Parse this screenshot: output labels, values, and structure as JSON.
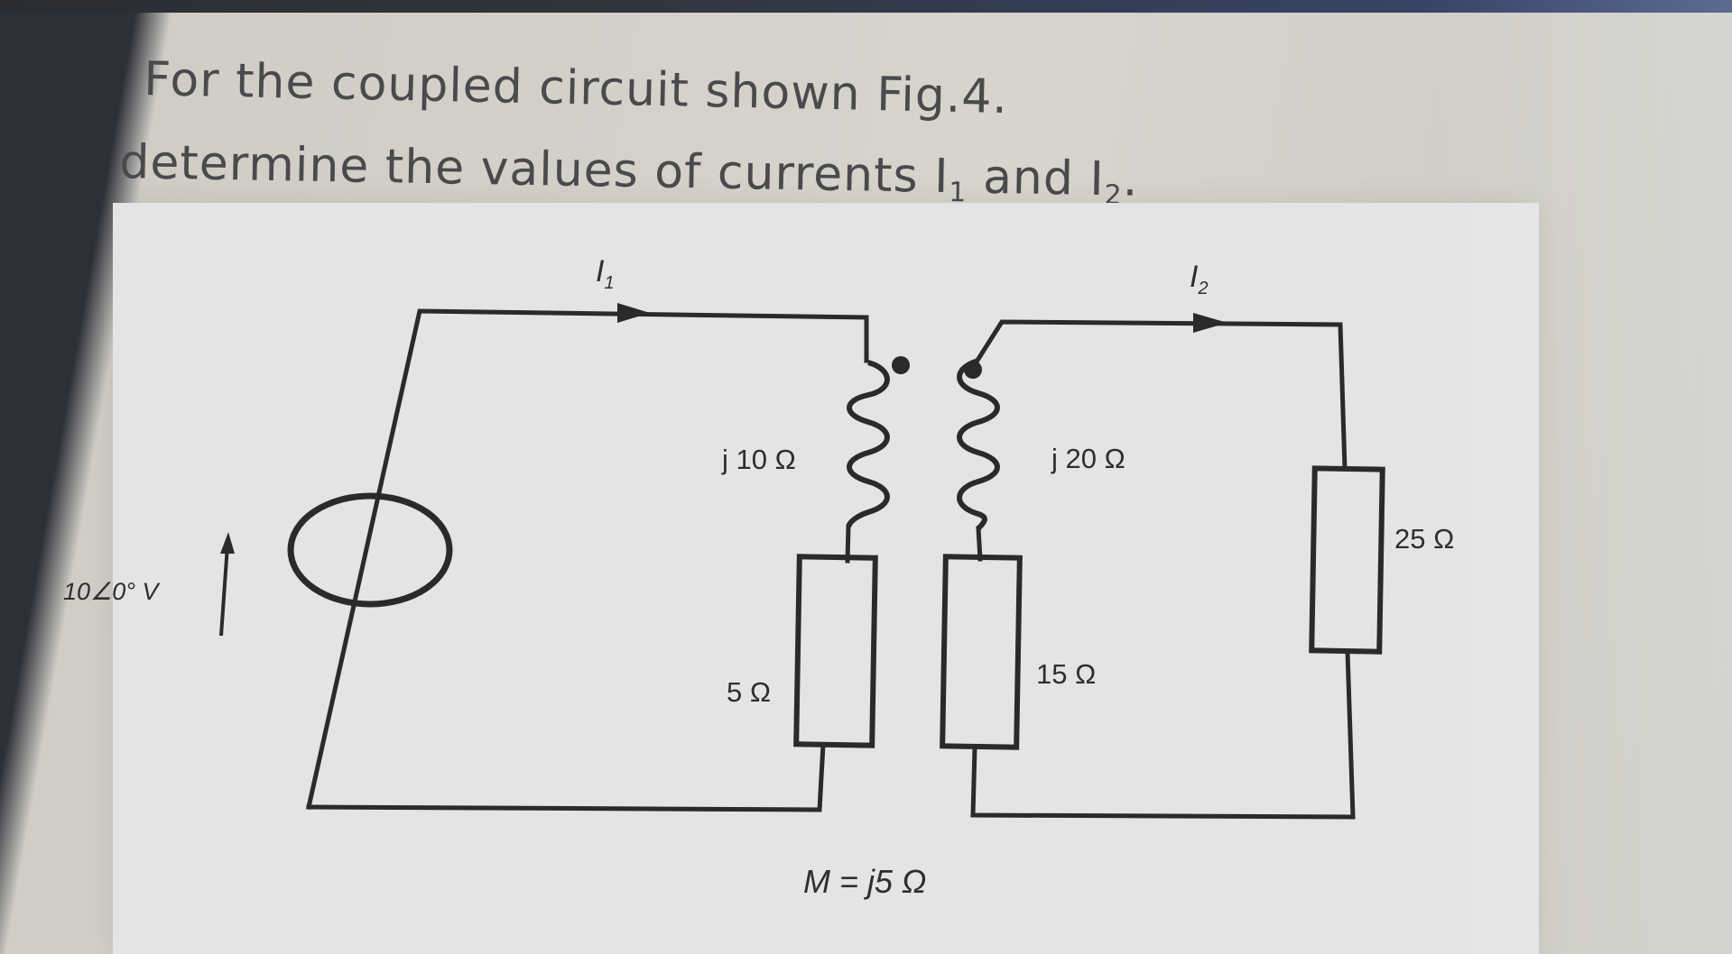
{
  "question": {
    "line1": "For the coupled circuit shown Fig.4.",
    "line2_prefix": "determine the values of currents I",
    "line2_sub1": "1",
    "line2_mid": " and I",
    "line2_sub2": "2",
    "line2_suffix": "."
  },
  "figure": {
    "current_label_1": "I",
    "current_label_1_sub": "1",
    "current_label_2": "I",
    "current_label_2_sub": "2",
    "source_label": "10∠0° V",
    "primary_inductor_label": "j 10 Ω",
    "secondary_inductor_label": "j 20 Ω",
    "primary_resistor_label": "5 Ω",
    "secondary_resistor_label": "15 Ω",
    "load_resistor_label": "25 Ω",
    "mutual_label": "M = j5 Ω"
  },
  "colors": {
    "wire": "#2a2a2c",
    "panel": "#e4e4e5",
    "text": "#4a4a4c"
  }
}
